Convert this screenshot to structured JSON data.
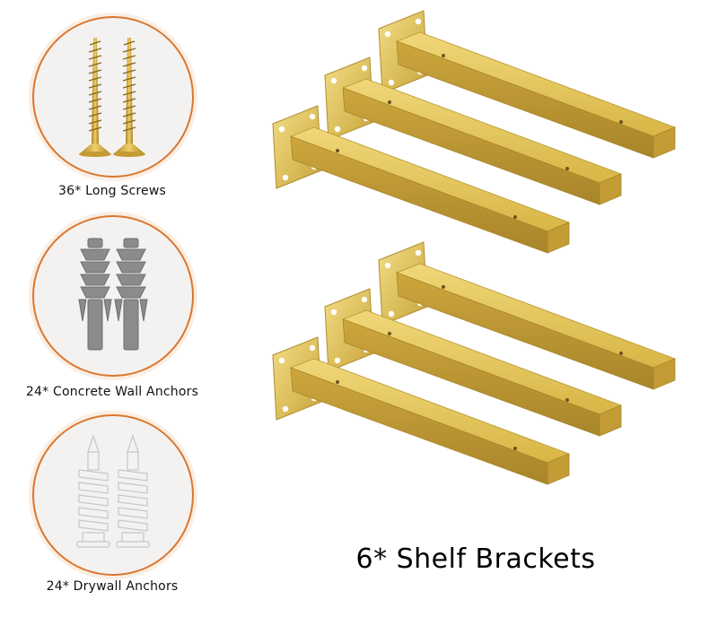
{
  "accessories": [
    {
      "label": "36* Long Screws",
      "icon": "screw-icon"
    },
    {
      "label": "24* Concrete Wall Anchors",
      "icon": "concrete-anchor-icon"
    },
    {
      "label": "24* Drywall Anchors",
      "icon": "drywall-anchor-icon"
    }
  ],
  "product": {
    "title": "6* Shelf Brackets",
    "bracket_color": "#d9b848",
    "bracket_shadow": "#b8952c",
    "accent_ring": "#d9772f",
    "screw_color": "#d2a93c",
    "concrete_anchor_color": "#8b8b8d",
    "drywall_anchor_color": "#f2f2f2"
  }
}
